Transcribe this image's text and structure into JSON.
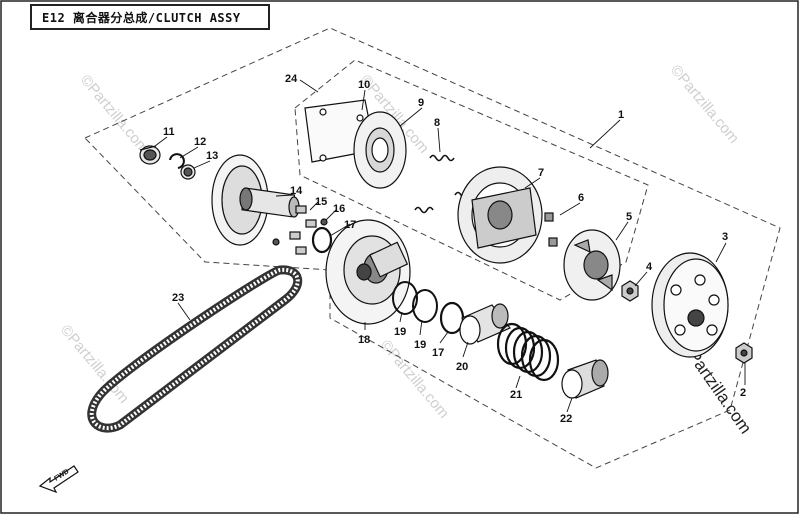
{
  "diagram": {
    "title": "E12 离合器分总成/CLUTCH ASSY",
    "direction_label": "FWD",
    "watermark": "©Partzilla.com",
    "parts": [
      {
        "id": "p1",
        "label": "1"
      },
      {
        "id": "p2",
        "label": "2"
      },
      {
        "id": "p3",
        "label": "3"
      },
      {
        "id": "p4",
        "label": "4"
      },
      {
        "id": "p5",
        "label": "5"
      },
      {
        "id": "p6",
        "label": "6"
      },
      {
        "id": "p7",
        "label": "7"
      },
      {
        "id": "p8",
        "label": "8"
      },
      {
        "id": "p9",
        "label": "9"
      },
      {
        "id": "p10",
        "label": "10"
      },
      {
        "id": "p11",
        "label": "11"
      },
      {
        "id": "p12",
        "label": "12"
      },
      {
        "id": "p13",
        "label": "13"
      },
      {
        "id": "p14",
        "label": "14"
      },
      {
        "id": "p15",
        "label": "15"
      },
      {
        "id": "p16",
        "label": "16"
      },
      {
        "id": "p17a",
        "label": "17"
      },
      {
        "id": "p17b",
        "label": "17"
      },
      {
        "id": "p18",
        "label": "18"
      },
      {
        "id": "p19a",
        "label": "19"
      },
      {
        "id": "p19b",
        "label": "19"
      },
      {
        "id": "p20",
        "label": "20"
      },
      {
        "id": "p21",
        "label": "21"
      },
      {
        "id": "p22",
        "label": "22"
      },
      {
        "id": "p23",
        "label": "23"
      },
      {
        "id": "p24",
        "label": "24"
      }
    ]
  }
}
